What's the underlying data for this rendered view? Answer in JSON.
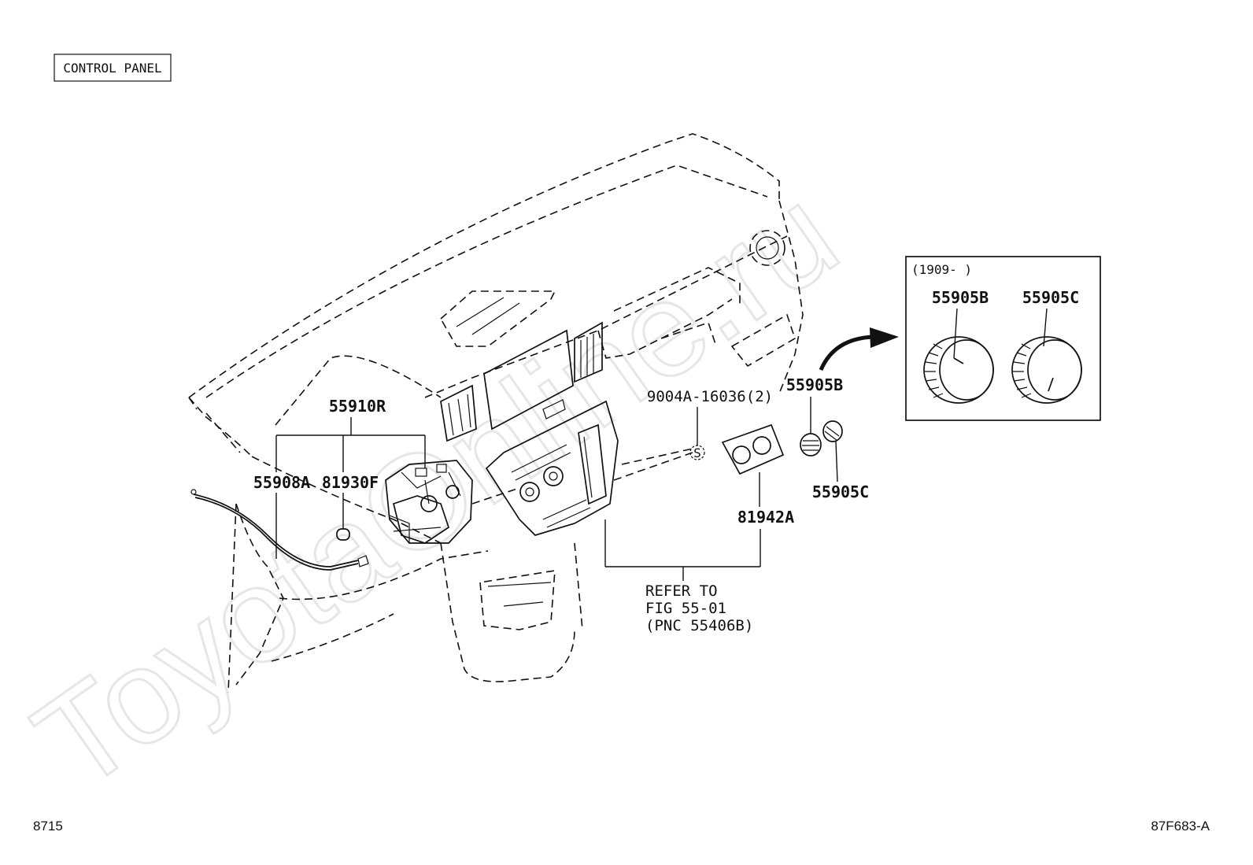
{
  "header": {
    "title": "CONTROL PANEL"
  },
  "footer": {
    "left_code": "8715",
    "right_code": "87F683-A"
  },
  "watermark": {
    "text": "ToyotaOnline.ru"
  },
  "inset": {
    "date_range": "(1909-        )",
    "knob_b": "55905B",
    "knob_c": "55905C"
  },
  "parts": {
    "p55910R": "55910R",
    "p55908A": "55908A",
    "p81930F": "81930F",
    "p9004A": "9004A-16036(2)",
    "p55905B": "55905B",
    "p55905C": "55905C",
    "p81942A": "81942A"
  },
  "refer": {
    "line1": "REFER TO",
    "line2": "FIG 55-01",
    "line3": "(PNC 55406B)"
  },
  "screw_symbol": "S",
  "colors": {
    "ink": "#111111",
    "background": "#ffffff",
    "watermark": "#e6e6e6"
  }
}
